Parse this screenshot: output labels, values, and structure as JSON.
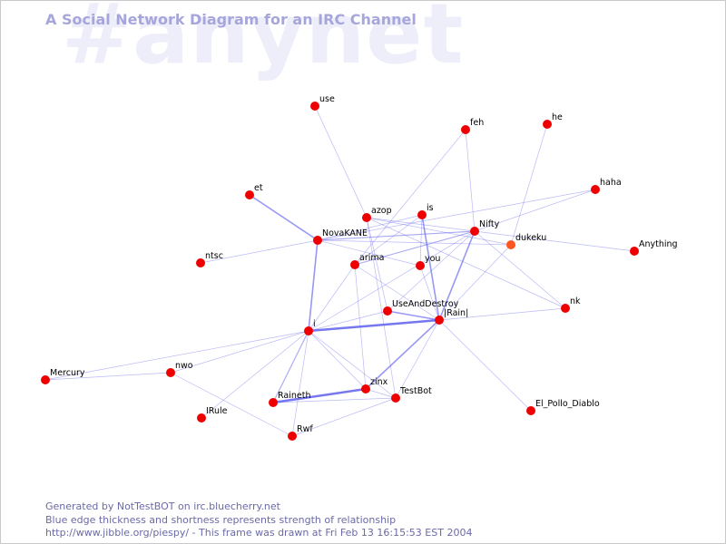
{
  "watermark": "#anynet",
  "title": "A Social Network Diagram for an IRC Channel",
  "footer": {
    "line1": "Generated by NotTestBOT on irc.bluecherry.net",
    "line2": "Blue edge thickness and shortness represents strength of relationship",
    "line3": "http://www.jibble.org/piespy/ - This frame was drawn at Fri Feb 13 16:15:53 EST 2004"
  },
  "colors": {
    "node": "#ee0000",
    "highlight_node": "#ff5522",
    "edge": "#6666ee"
  },
  "network": {
    "nodes": [
      {
        "id": "use"
      },
      {
        "id": "feh"
      },
      {
        "id": "he"
      },
      {
        "id": "haha"
      },
      {
        "id": "et"
      },
      {
        "id": "azop"
      },
      {
        "id": "is"
      },
      {
        "id": "Nifty"
      },
      {
        "id": "dukeku",
        "highlight": true
      },
      {
        "id": "Anything"
      },
      {
        "id": "NovaKANE"
      },
      {
        "id": "ntsc"
      },
      {
        "id": "arima"
      },
      {
        "id": "you"
      },
      {
        "id": "nk"
      },
      {
        "id": "UseAndDestroy"
      },
      {
        "id": "|Rain|"
      },
      {
        "id": "i"
      },
      {
        "id": "nwo"
      },
      {
        "id": "Mercury"
      },
      {
        "id": "zinx"
      },
      {
        "id": "TestBot"
      },
      {
        "id": "Raineth"
      },
      {
        "id": "IRule"
      },
      {
        "id": "Rwf"
      },
      {
        "id": "El_Pollo_Diablo"
      }
    ],
    "edges": [
      {
        "source": "i",
        "target": "|Rain|",
        "strength": 3
      },
      {
        "source": "Raineth",
        "target": "zinx",
        "strength": 3
      },
      {
        "source": "et",
        "target": "NovaKANE",
        "strength": 2
      },
      {
        "source": "NovaKANE",
        "target": "i",
        "strength": 2
      },
      {
        "source": "zinx",
        "target": "|Rain|",
        "strength": 2
      },
      {
        "source": "is",
        "target": "|Rain|",
        "strength": 2
      },
      {
        "source": "Nifty",
        "target": "|Rain|",
        "strength": 2
      },
      {
        "source": "UseAndDestroy",
        "target": "|Rain|",
        "strength": 2
      },
      {
        "source": "i",
        "target": "Raineth",
        "strength": 1.5
      },
      {
        "source": "NovaKANE",
        "target": "Nifty",
        "strength": 1.5
      },
      {
        "source": "arima",
        "target": "Nifty",
        "strength": 1.5
      },
      {
        "source": "NovaKANE",
        "target": "dukeku",
        "strength": 1
      },
      {
        "source": "azop",
        "target": "Nifty",
        "strength": 1
      },
      {
        "source": "azop",
        "target": "dukeku",
        "strength": 1
      },
      {
        "source": "use",
        "target": "azop",
        "strength": 1
      },
      {
        "source": "feh",
        "target": "Nifty",
        "strength": 1
      },
      {
        "source": "feh",
        "target": "arima",
        "strength": 1
      },
      {
        "source": "he",
        "target": "dukeku",
        "strength": 1
      },
      {
        "source": "haha",
        "target": "Nifty",
        "strength": 1
      },
      {
        "source": "haha",
        "target": "NovaKANE",
        "strength": 1
      },
      {
        "source": "Anything",
        "target": "Nifty",
        "strength": 1
      },
      {
        "source": "nk",
        "target": "Nifty",
        "strength": 1
      },
      {
        "source": "nk",
        "target": "azop",
        "strength": 1
      },
      {
        "source": "nk",
        "target": "|Rain|",
        "strength": 1
      },
      {
        "source": "ntsc",
        "target": "NovaKANE",
        "strength": 1
      },
      {
        "source": "is",
        "target": "arima",
        "strength": 1
      },
      {
        "source": "is",
        "target": "you",
        "strength": 1
      },
      {
        "source": "is",
        "target": "NovaKANE",
        "strength": 1
      },
      {
        "source": "arima",
        "target": "i",
        "strength": 1
      },
      {
        "source": "arima",
        "target": "zinx",
        "strength": 1
      },
      {
        "source": "you",
        "target": "NovaKANE",
        "strength": 1
      },
      {
        "source": "you",
        "target": "|Rain|",
        "strength": 1
      },
      {
        "source": "i",
        "target": "UseAndDestroy",
        "strength": 1
      },
      {
        "source": "i",
        "target": "TestBot",
        "strength": 1
      },
      {
        "source": "i",
        "target": "Rwf",
        "strength": 1
      },
      {
        "source": "i",
        "target": "nwo",
        "strength": 1
      },
      {
        "source": "i",
        "target": "Mercury",
        "strength": 1
      },
      {
        "source": "i",
        "target": "IRule",
        "strength": 1
      },
      {
        "source": "i",
        "target": "zinx",
        "strength": 1
      },
      {
        "source": "i",
        "target": "Nifty",
        "strength": 1
      },
      {
        "source": "Mercury",
        "target": "nwo",
        "strength": 1
      },
      {
        "source": "nwo",
        "target": "Rwf",
        "strength": 1
      },
      {
        "source": "Rwf",
        "target": "TestBot",
        "strength": 1
      },
      {
        "source": "Raineth",
        "target": "TestBot",
        "strength": 1
      },
      {
        "source": "zinx",
        "target": "TestBot",
        "strength": 1
      },
      {
        "source": "TestBot",
        "target": "|Rain|",
        "strength": 1
      },
      {
        "source": "TestBot",
        "target": "azop",
        "strength": 1
      },
      {
        "source": "|Rain|",
        "target": "El_Pollo_Diablo",
        "strength": 1
      },
      {
        "source": "|Rain|",
        "target": "dukeku",
        "strength": 1
      },
      {
        "source": "|Rain|",
        "target": "arima",
        "strength": 1
      },
      {
        "source": "UseAndDestroy",
        "target": "Nifty",
        "strength": 1
      },
      {
        "source": "UseAndDestroy",
        "target": "azop",
        "strength": 1
      }
    ]
  }
}
